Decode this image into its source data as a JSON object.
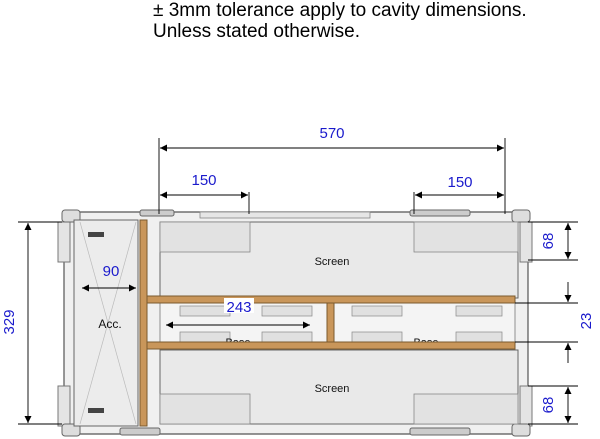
{
  "note": {
    "line1": "± 3mm tolerance apply to cavity dimensions.",
    "line2": "Unless stated otherwise."
  },
  "dimensions": {
    "overall_width": "570",
    "left_screen_width": "150",
    "right_screen_width": "150",
    "acc_width": "90",
    "overall_height": "329",
    "base_width": "243",
    "top_screen_height": "68",
    "bottom_screen_height": "68",
    "base_gap": "23"
  },
  "compartments": {
    "screen_top": "Screen",
    "screen_bottom": "Screen",
    "accessory": "Acc.",
    "base_left": "Base",
    "base_right": "Base"
  },
  "colors": {
    "dimension_text": "#1a1acc",
    "case_fill": "#e9e9e9",
    "wood": "#c9965a"
  }
}
